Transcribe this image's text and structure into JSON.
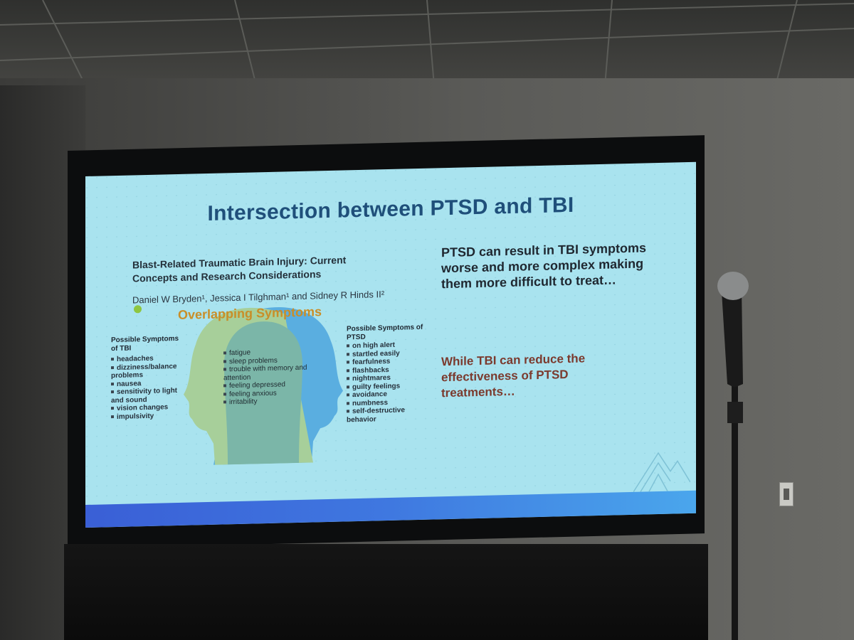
{
  "slide": {
    "title": "Intersection between PTSD and TBI",
    "paper_title": "Blast-Related Traumatic Brain Injury: Current Concepts and Research Considerations",
    "authors": "Daniel W Bryden¹, Jessica I Tilghman¹ and Sidney R Hinds II²",
    "overlap_heading": "Overlapping Symptoms",
    "tbi": {
      "heading": "Possible Symptoms of TBI",
      "items": [
        "headaches",
        "dizziness/balance problems",
        "nausea",
        "sensitivity to light and sound",
        "vision changes",
        "impulsivity"
      ]
    },
    "overlap": {
      "items": [
        "fatigue",
        "sleep problems",
        "trouble with memory and attention",
        "feeling depressed",
        "feeling anxious",
        "irritability"
      ]
    },
    "ptsd": {
      "heading": "Possible Symptoms of PTSD",
      "items": [
        "on high alert",
        "startled easily",
        "fearfulness",
        "flashbacks",
        "nightmares",
        "guilty feelings",
        "avoidance",
        "numbness",
        "self-destructive behavior"
      ]
    },
    "point1": "PTSD can result in TBI symptoms worse and more complex making them more difficult to treat…",
    "point2": "While TBI can reduce the effectiveness of PTSD treatments…"
  },
  "colors": {
    "title": "#1f4f7a",
    "overlap_heading": "#c98e28",
    "point2": "#7b3a2e",
    "slide_bg": "#a9e3ef",
    "head_green": "#a7cf9a",
    "head_blue": "#5aaee0",
    "head_overlap": "#7bb6a8"
  }
}
